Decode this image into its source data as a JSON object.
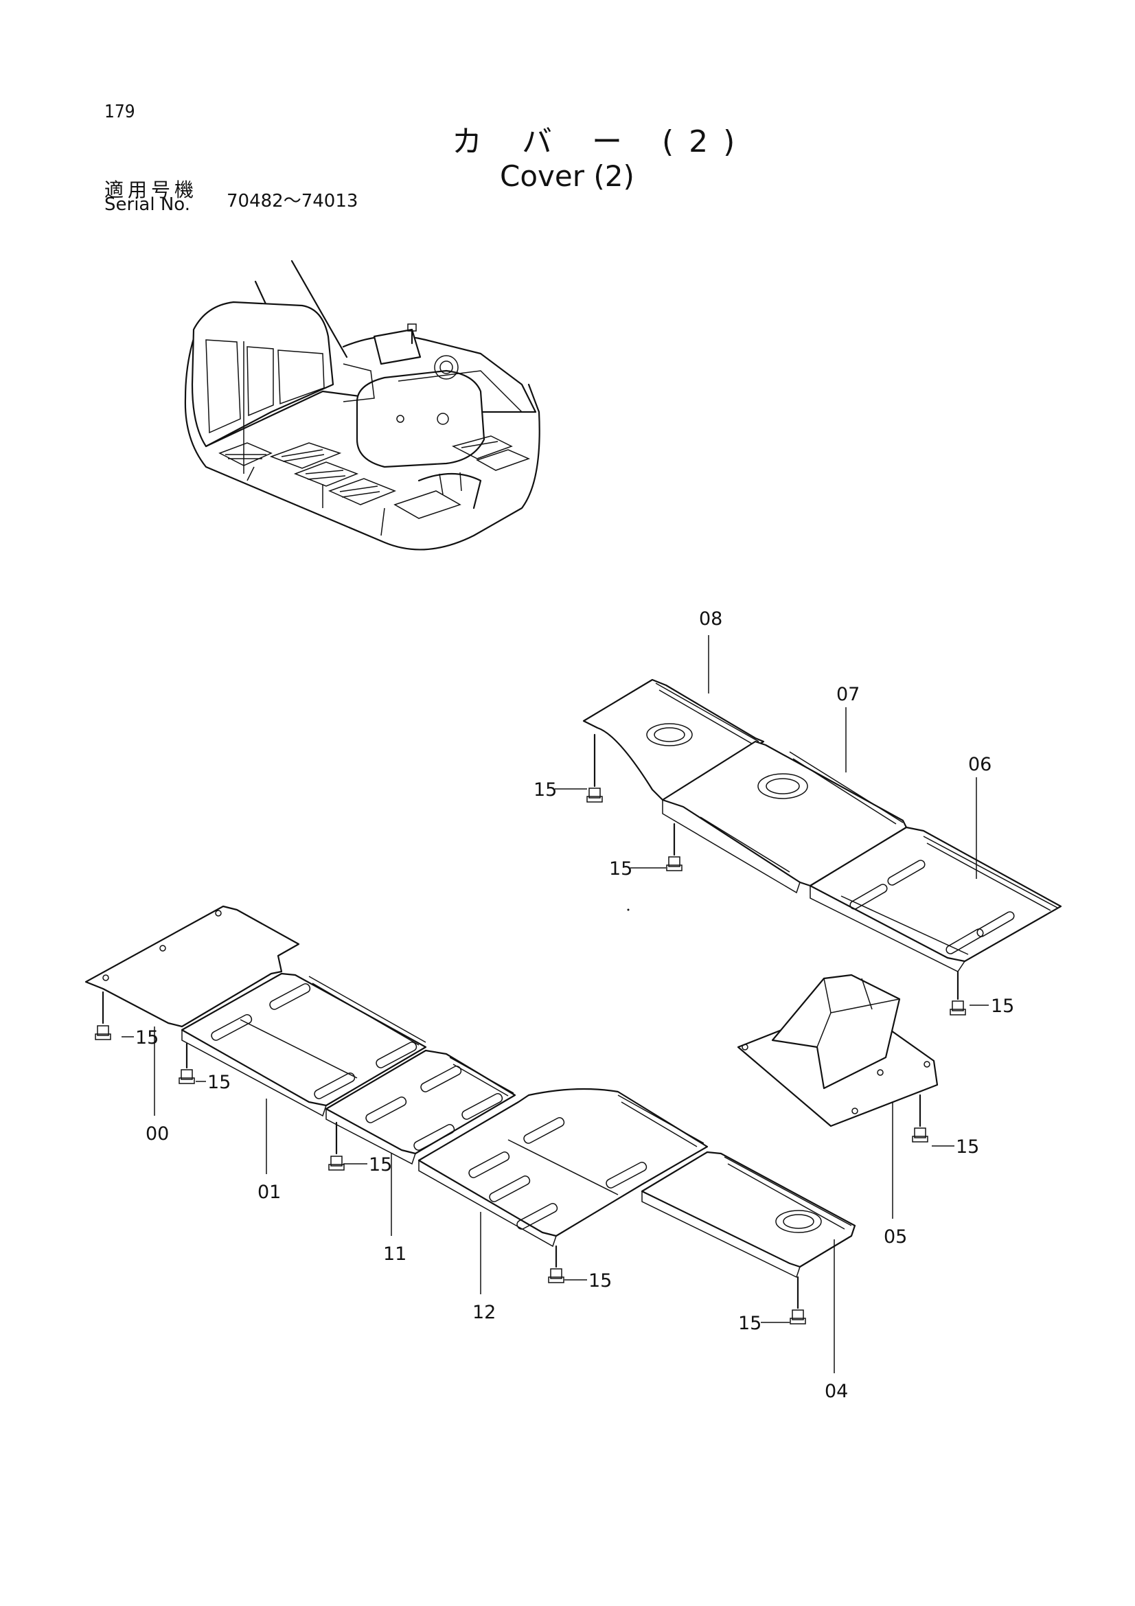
{
  "page": {
    "number": "179"
  },
  "title": {
    "japanese": "カ バ ー (2)",
    "english": "Cover (2)"
  },
  "serial": {
    "label_jp": "適用号機",
    "label_en": "Serial No.",
    "range": "70482～74013"
  },
  "callouts": {
    "p00": "00",
    "p01": "01",
    "p04": "04",
    "p05": "05",
    "p06": "06",
    "p07": "07",
    "p08": "08",
    "p11": "11",
    "p12": "12",
    "p15": "15"
  }
}
